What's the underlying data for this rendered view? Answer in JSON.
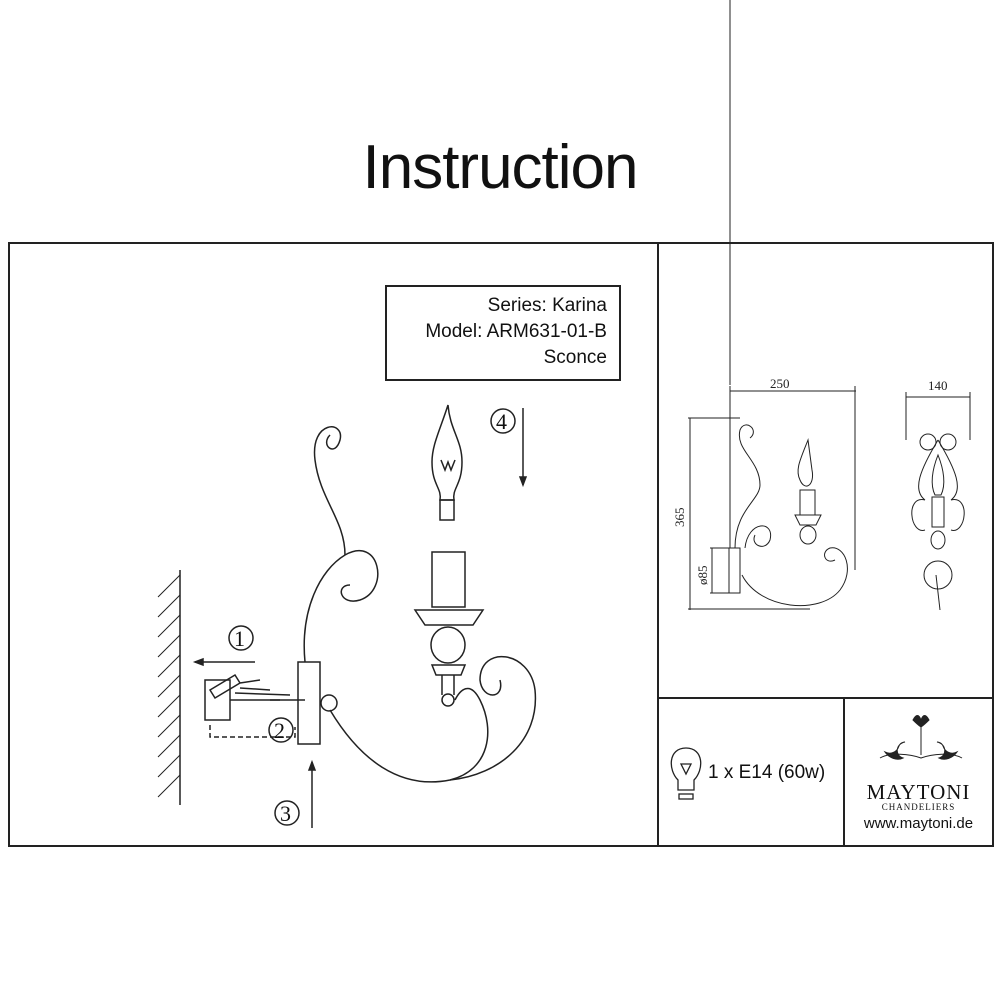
{
  "title": "Instruction",
  "product": {
    "series": "Series: Karina",
    "model": "Model: ARM631-01-B",
    "type": "Sconce"
  },
  "steps": [
    "1",
    "2",
    "3",
    "4"
  ],
  "dimensions": {
    "width": "250",
    "depth": "140",
    "height": "365",
    "base": "ø85"
  },
  "bulb": {
    "icon": "bulb-icon",
    "spec": "1 x E14 (60w)"
  },
  "brand": {
    "name": "MAYTONI",
    "sub": "CHANDELIERS",
    "url": "www.maytoni.de"
  }
}
